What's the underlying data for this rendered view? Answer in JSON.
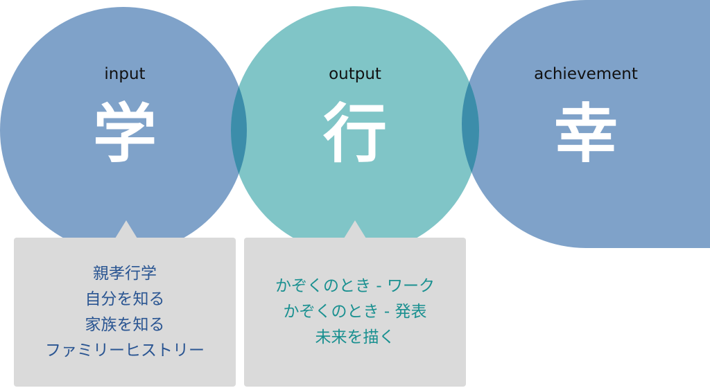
{
  "stages": [
    {
      "label": "input",
      "kanji": "学"
    },
    {
      "label": "output",
      "kanji": "行"
    },
    {
      "label": "achievement",
      "kanji": "幸"
    }
  ],
  "input_box": {
    "items": [
      "親孝行学",
      "自分を知る",
      "家族を知る",
      "ファミリーヒストリー"
    ]
  },
  "output_box": {
    "items": [
      "かぞくのとき - ワーク",
      "かぞくのとき - 発表",
      "未来を描く"
    ]
  },
  "colors": {
    "blue": "#7fa2c9",
    "teal": "#80c5c7",
    "overlap": "#3c8daa",
    "box": "#dadada"
  }
}
